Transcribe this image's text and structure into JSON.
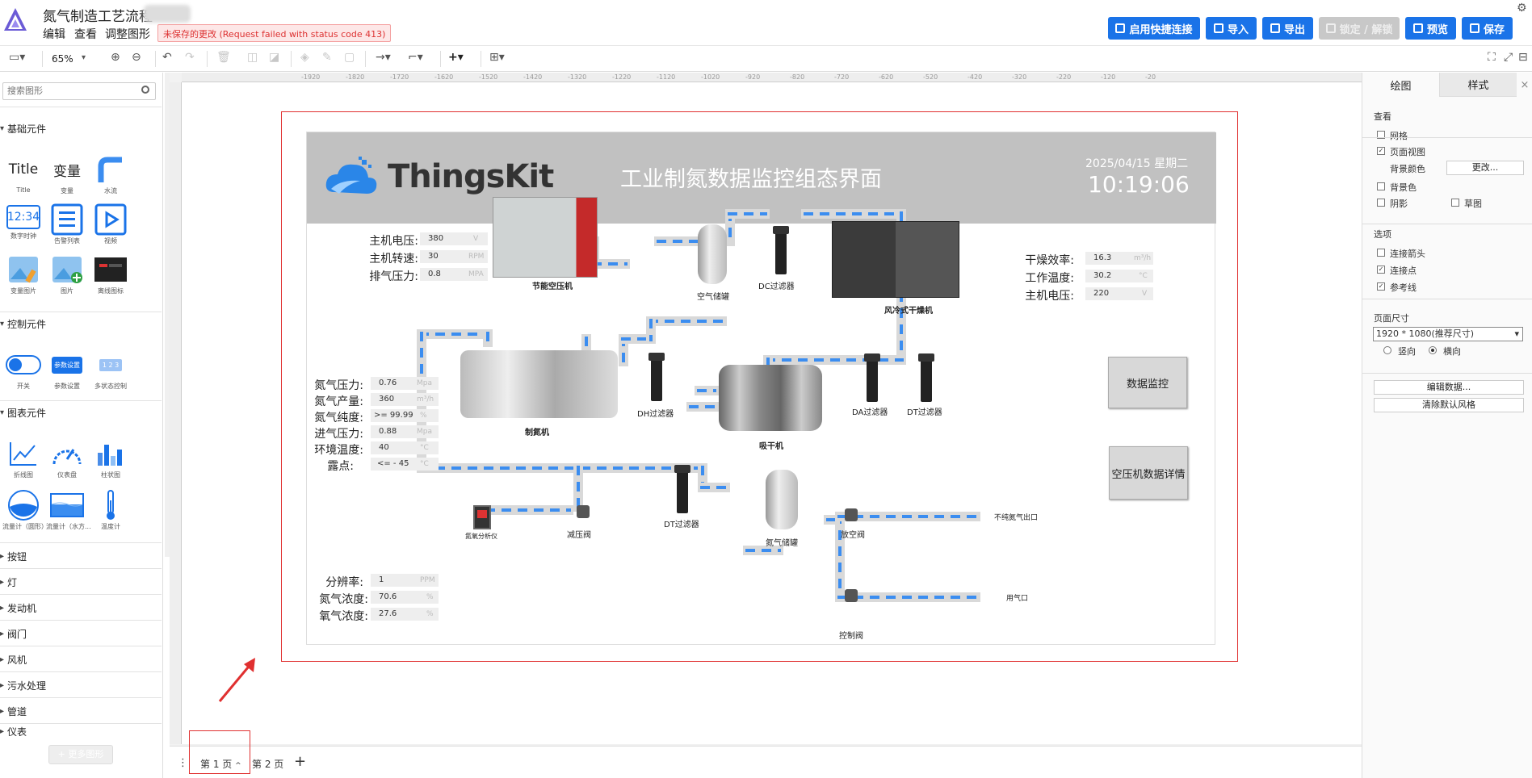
{
  "header": {
    "title": "氮气制造工艺流程",
    "menus": [
      "编辑",
      "查看",
      "调整图形"
    ],
    "unsaved": "未保存的更改 (Request failed with status code 413)",
    "buttons": {
      "quick_connect": "启用快捷连接",
      "import": "导入",
      "export": "导出",
      "lock": "锁定 / 解锁",
      "preview": "预览",
      "save": "保存"
    }
  },
  "toolbar": {
    "zoom": "65%"
  },
  "left": {
    "search_placeholder": "搜索图形",
    "more": "+ 更多图形",
    "sections": {
      "basic": "基础元件",
      "control": "控制元件",
      "chart": "图表元件",
      "button": "按钮",
      "light": "灯",
      "engine": "发动机",
      "valve": "阀门",
      "fan": "风机",
      "sewage": "污水处理",
      "pipe": "管道",
      "meter": "仪表"
    },
    "basic_items": [
      {
        "glyph": "Title",
        "label": "Title"
      },
      {
        "glyph": "变量",
        "label": "变量"
      },
      {
        "glyph": "",
        "label": "水流"
      },
      {
        "glyph": "12:34",
        "label": "数字时钟"
      },
      {
        "glyph": "",
        "label": "告警列表"
      },
      {
        "glyph": "",
        "label": "视频"
      },
      {
        "glyph": "",
        "label": "变量图片"
      },
      {
        "glyph": "",
        "label": "图片"
      },
      {
        "glyph": "",
        "label": "离线图标"
      }
    ],
    "control_items": [
      {
        "glyph": "",
        "label": "开关"
      },
      {
        "glyph": "参数设置",
        "label": "参数设置"
      },
      {
        "glyph": "1 2 3",
        "label": "多状态控制"
      }
    ],
    "chart_items": [
      {
        "label": "折线图"
      },
      {
        "label": "仪表盘"
      },
      {
        "label": "柱状图"
      },
      {
        "label": "流量计（圆形）"
      },
      {
        "label": "流量计（水方..."
      },
      {
        "label": "温度计"
      }
    ]
  },
  "ruler": [
    "-1920",
    "-1820",
    "-1720",
    "-1620",
    "-1520",
    "-1420",
    "-1320",
    "-1220",
    "-1120",
    "-1020",
    "-920",
    "-820",
    "-720",
    "-620",
    "-520",
    "-420",
    "-320",
    "-220",
    "-120",
    "-20"
  ],
  "hmi": {
    "brand": "ThingsKit",
    "title": "工业制氮数据监控组态界面",
    "date": "2025/04/15 星期二",
    "time": "10:19:06",
    "compressor_params": [
      {
        "label": "主机电压:",
        "value": "380",
        "unit": "V"
      },
      {
        "label": "主机转速:",
        "value": "30",
        "unit": "RPM"
      },
      {
        "label": "排气压力:",
        "value": "0.8",
        "unit": "MPA"
      }
    ],
    "dryer_params": [
      {
        "label": "干燥效率:",
        "value": "16.3",
        "unit": "m³/h"
      },
      {
        "label": "工作温度:",
        "value": "30.2",
        "unit": "°C"
      },
      {
        "label": "主机电压:",
        "value": "220",
        "unit": "V"
      }
    ],
    "nitrogen_params": [
      {
        "label": "氮气压力:",
        "value": "0.76",
        "unit": "Mpa"
      },
      {
        "label": "氮气产量:",
        "value": "360",
        "unit": "m³/h"
      },
      {
        "label": "氮气纯度:",
        "value": ">= 99.99",
        "unit": "%"
      },
      {
        "label": "进气压力:",
        "value": "0.88",
        "unit": "Mpa"
      },
      {
        "label": "环境温度:",
        "value": "40",
        "unit": "°C"
      },
      {
        "label": "露点:",
        "value": "<= - 45",
        "unit": "°C"
      }
    ],
    "analyzer_params": [
      {
        "label": "分辨率:",
        "value": "1",
        "unit": "PPM"
      },
      {
        "label": "氮气浓度:",
        "value": "70.6",
        "unit": "%"
      },
      {
        "label": "氧气浓度:",
        "value": "27.6",
        "unit": "%"
      }
    ],
    "equipment": {
      "compressor": "节能空压机",
      "air_tank": "空气储罐",
      "dc_filter": "DC过滤器",
      "dryer": "风冷式干燥机",
      "nitrogen_gen": "制氮机",
      "dh_filter": "DH过滤器",
      "adsorber": "吸干机",
      "da_filter": "DA过滤器",
      "dt_filter1": "DT过滤器",
      "dt_filter2": "DT过滤器",
      "n2_tank": "氮气储罐",
      "analyzer": "氮氧分析仪",
      "reducer": "减压阀",
      "vent_valve": "放空阀",
      "control_valve": "控制阀",
      "unpure_out": "不纯氮气出口",
      "gas_out": "用气口"
    },
    "buttons": {
      "monitor": "数据监控",
      "compressor_detail": "空压机数据详情"
    }
  },
  "pages": {
    "tab1": "第 1 页",
    "tab2": "第 2 页"
  },
  "right": {
    "tabs": {
      "draw": "绘图",
      "style": "样式"
    },
    "view": "查看",
    "grid": "网格",
    "page_view": "页面视图",
    "bg_color": "背景颜色",
    "change": "更改...",
    "background": "背景色",
    "shadow": "阴影",
    "sketch": "草图",
    "options": "选项",
    "conn_arrow": "连接箭头",
    "conn_point": "连接点",
    "guide": "参考线",
    "page_size": "页面尺寸",
    "size_value": "1920 * 1080(推荐尺寸)",
    "portrait": "竖向",
    "landscape": "横向",
    "edit_data": "编辑数据...",
    "clear_style": "清除默认风格"
  }
}
